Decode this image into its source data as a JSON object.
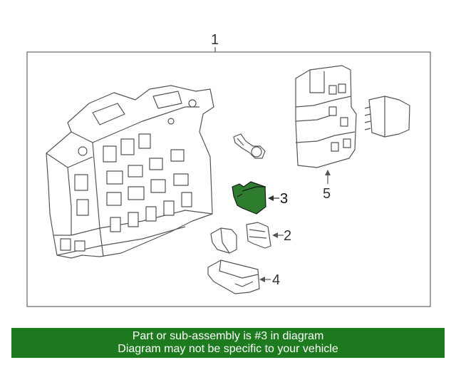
{
  "diagram": {
    "callouts": {
      "c1": "1",
      "c2": "2",
      "c3": "3",
      "c4": "4",
      "c5": "5"
    },
    "highlight_color": "#2e7d2e",
    "line_color": "#555555"
  },
  "banner": {
    "line1": "Part or sub-assembly is #3 in diagram",
    "line2": "Diagram may not be specific to your vehicle",
    "background": "#1e7a1e"
  }
}
